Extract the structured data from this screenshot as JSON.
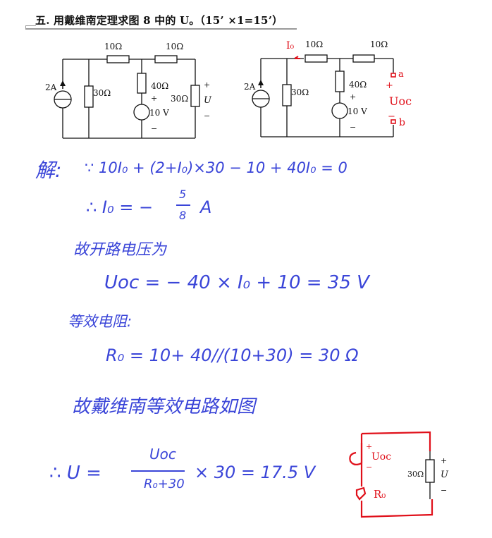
{
  "header": {
    "title": "五. 用戴维南定理求图 8 中的 U。（15’ ×1=15’）"
  },
  "circuit_original": {
    "r_top_left": "10Ω",
    "r_top_right": "10Ω",
    "current_source": "2A",
    "r_shunt": "30Ω",
    "r_middle": "40Ω",
    "v_source": "10 V",
    "v_plus": "+",
    "v_minus": "−",
    "r_load": "30Ω",
    "out_plus": "+",
    "out_label": "U",
    "out_minus": "−"
  },
  "circuit_annotated": {
    "r_top_left": "10Ω",
    "r_top_right": "10Ω",
    "current_source": "2A",
    "r_shunt": "30Ω",
    "r_middle": "40Ω",
    "v_source": "10 V",
    "v_plus": "+",
    "v_minus": "−",
    "annot_current": "I₀",
    "annot_a": "a",
    "annot_plus": "+",
    "annot_voc": "Uoc",
    "annot_minus": "−",
    "annot_b": "b"
  },
  "solution": {
    "line1_label": "解:",
    "line1": "∵ 10I₀ + (2+I₀)×30 − 10 + 40I₀ = 0",
    "line2_prefix": "∴ I₀ = −",
    "line2_num": "5",
    "line2_den": "8",
    "line2_unit": "A",
    "line3": "故开路电压为",
    "line4": "Uoc = − 40 × I₀ + 10 = 35 V",
    "line5": "等效电阻:",
    "line6": "R₀ = 10+ 40//(10+30) = 30 Ω",
    "line7": "故戴维南等效电路如图",
    "line8_prefix": "∴  U =",
    "line8_num": "Uoc",
    "line8_den": "R₀+30",
    "line8_suffix": "× 30 = 17.5 V"
  },
  "circuit_equivalent": {
    "src_plus": "+",
    "src_label": "Uoc",
    "src_minus": "−",
    "r_label": "R₀",
    "r_load": "30Ω",
    "out_plus": "+",
    "out_label": "U",
    "out_minus": "−"
  },
  "colors": {
    "print": "#111111",
    "handwriting_blue": "#3a45d8",
    "annotation_red": "#e0101a"
  }
}
